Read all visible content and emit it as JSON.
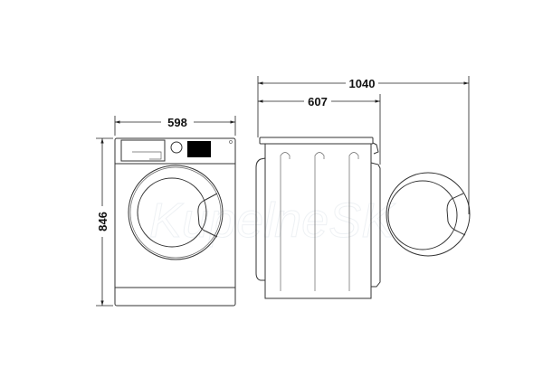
{
  "diagram": {
    "title": "Washing machine dimensions",
    "front_view": {
      "width_label": "598",
      "height_label": "846"
    },
    "side_view": {
      "depth_label": "607",
      "depth_door_open_label": "1040"
    },
    "watermark": "KupelneSK",
    "colors": {
      "line": "#333333",
      "display": "#000000",
      "background": "#ffffff"
    }
  }
}
